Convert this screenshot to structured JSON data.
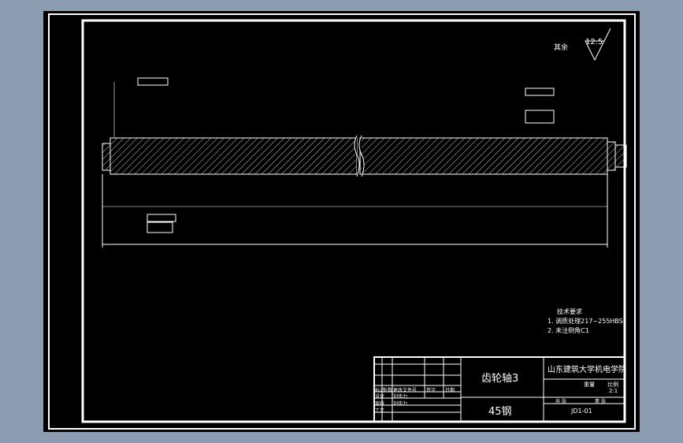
{
  "roughness": {
    "label": "其余",
    "value": "12.5"
  },
  "tech_req": {
    "title": "技术要求",
    "items": [
      "1. 调质处理217~255HBS",
      "2. 未注倒角C1"
    ]
  },
  "title_block": {
    "part_name": "齿轮轴3",
    "material": "45钢",
    "school": "山东建筑大学机电学院",
    "weight_label": "重量",
    "scale_label": "比例",
    "scale": "2:1",
    "sheets_total": "共 张",
    "sheet_no": "第 张",
    "drawing_no": "JD1-01",
    "rev_headers": [
      "标记",
      "处数",
      "更改文件号",
      "签字",
      "日期"
    ],
    "roles": [
      "设计",
      "审核",
      "工艺"
    ],
    "names": [
      "刘伟力",
      "刘伟力"
    ]
  },
  "colors": {
    "line": "#ffffff",
    "background": "#000000",
    "window": "#8c9cb1"
  }
}
